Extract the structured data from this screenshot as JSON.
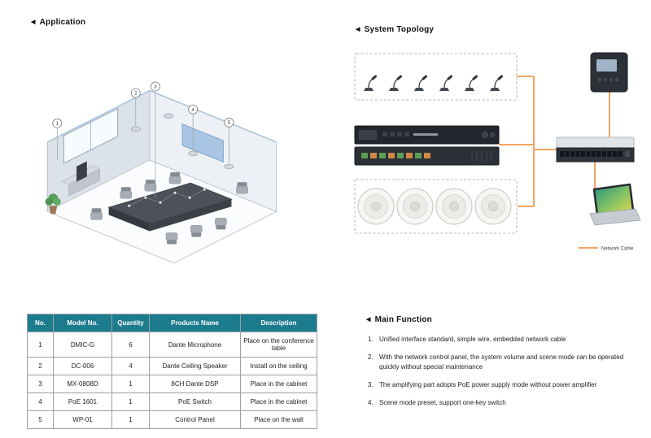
{
  "application": {
    "marker": "◀",
    "title": "Application",
    "callouts": [
      "1",
      "2",
      "3",
      "4",
      "5"
    ]
  },
  "topology": {
    "marker": "◀",
    "title": "System Topology",
    "legend_label": "Network Cable"
  },
  "equipment_table": {
    "headers": [
      "No.",
      "Model No.",
      "Quantity",
      "Products Name",
      "Description"
    ],
    "rows": [
      {
        "no": "1",
        "model": "DMIC-G",
        "qty": "6",
        "name": "Dante Microphone",
        "desc": "Place on the conference table"
      },
      {
        "no": "2",
        "model": "DC-006",
        "qty": "4",
        "name": "Dante Ceiling Speaker",
        "desc": "Install on the ceiling"
      },
      {
        "no": "3",
        "model": "MX-0808D",
        "qty": "1",
        "name": "8CH Dante DSP",
        "desc": "Place in the cabinet"
      },
      {
        "no": "4",
        "model": "PoE 1601",
        "qty": "1",
        "name": "PoE Switch",
        "desc": "Place in the cabinet"
      },
      {
        "no": "5",
        "model": "WP-01",
        "qty": "1",
        "name": "Control Panel",
        "desc": "Place on the wall"
      }
    ]
  },
  "main_function": {
    "marker": "◀",
    "title": "Main Function",
    "items": [
      {
        "num": "1.",
        "text": "Unified interface standard, simple wire, embedded network cable"
      },
      {
        "num": "2.",
        "text": "With the network control panel, the system volume and scene mode can be operated quickly without special maintenance"
      },
      {
        "num": "3.",
        "text": "The amplifying part adopts PoE power supply mode without power amplifier"
      },
      {
        "num": "4.",
        "text": "Scene mode preset, support one-key switch"
      }
    ]
  },
  "colors": {
    "table_header_bg": "#1d7b8e",
    "cable_orange": "#f2a45f"
  }
}
